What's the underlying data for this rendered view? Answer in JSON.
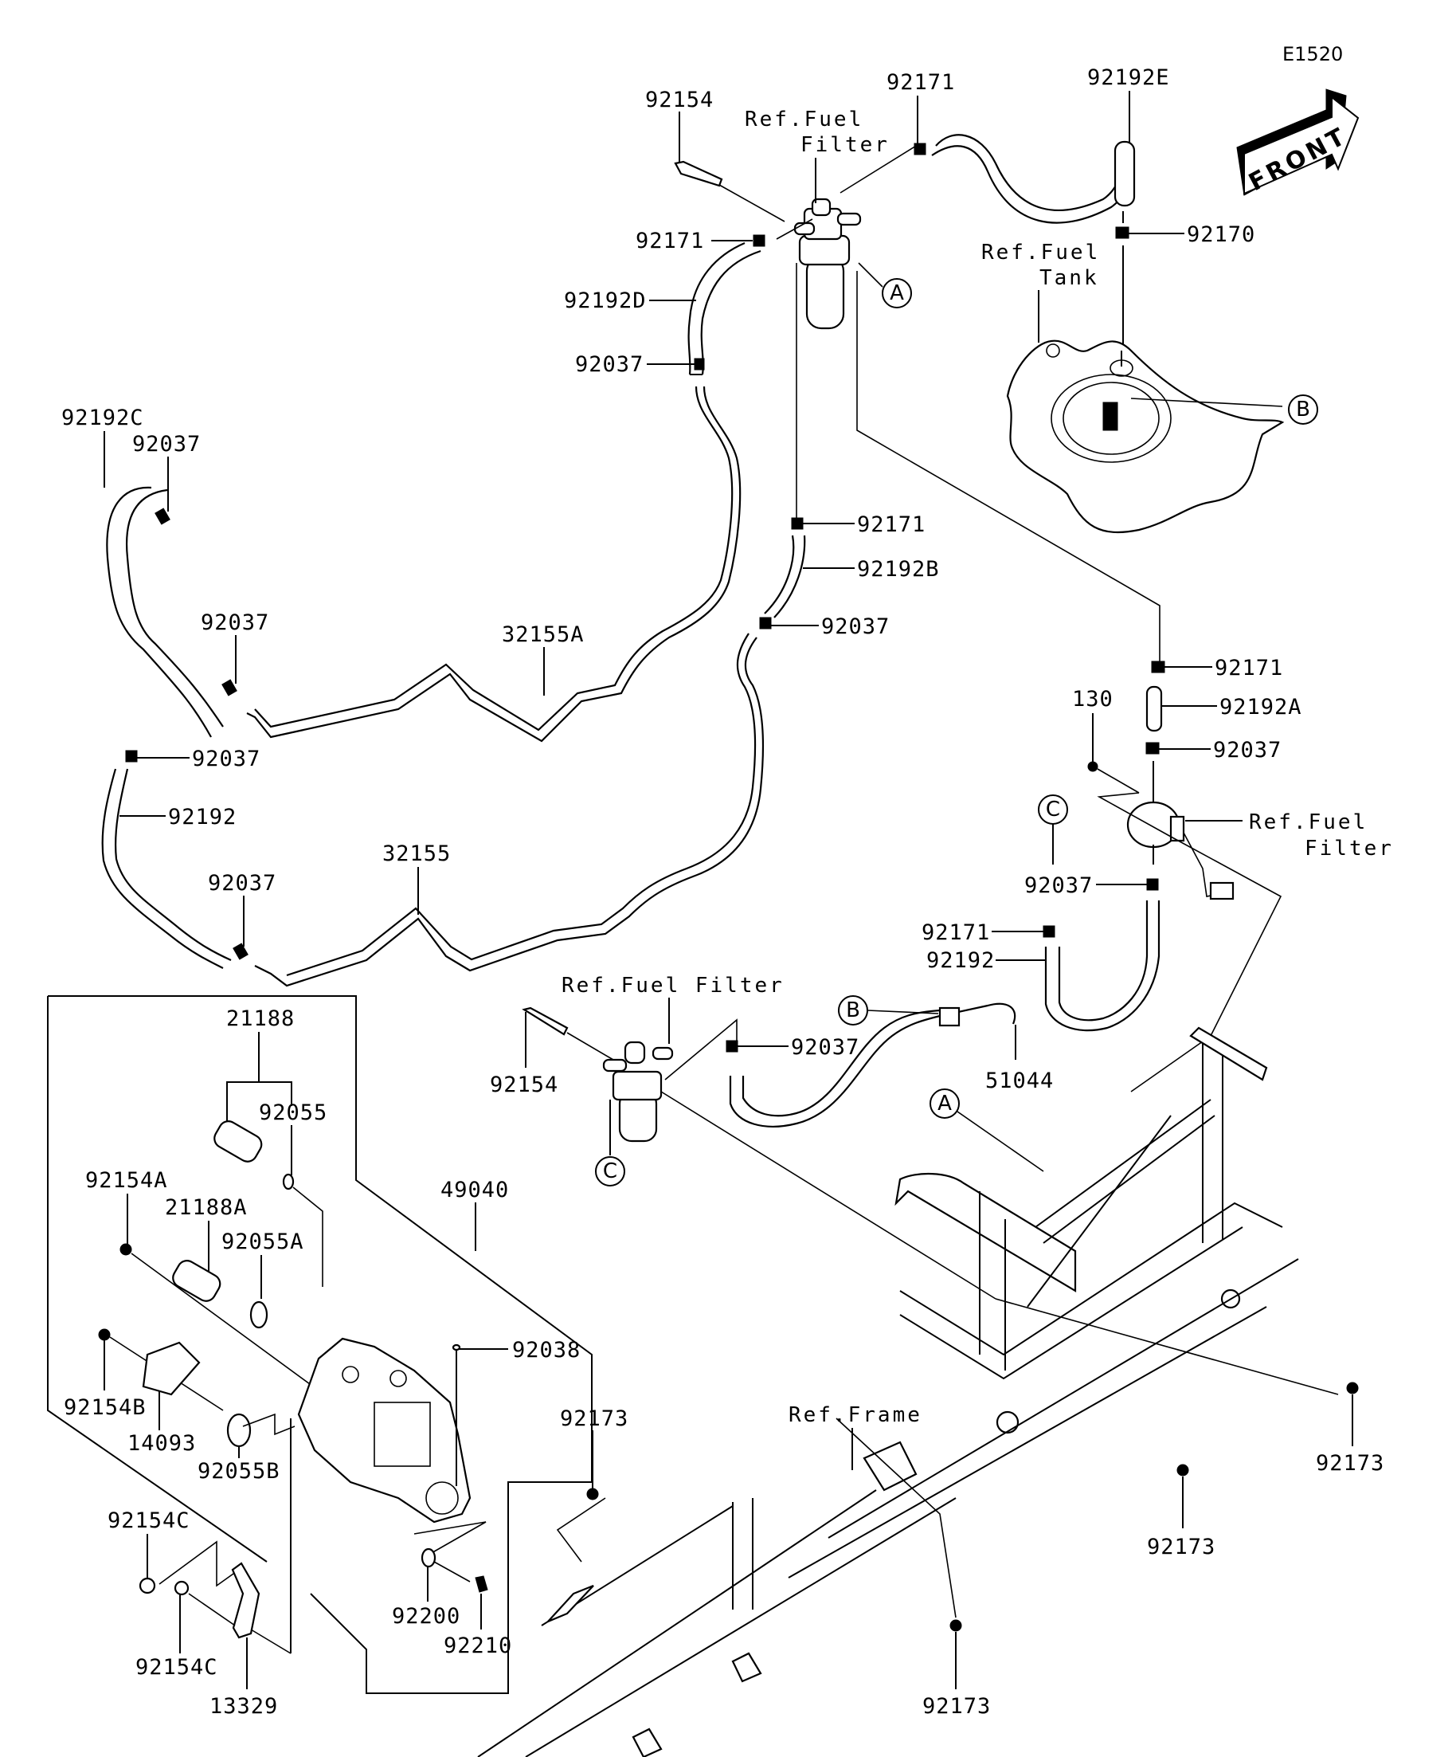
{
  "diagram": {
    "code": "E1520",
    "front_arrow": "FRONT",
    "callout_circles": {
      "A": "A",
      "B": "B",
      "C": "C"
    },
    "refs": {
      "fuel_filter_top": [
        "Ref.Fuel",
        "Filter"
      ],
      "fuel_tank": [
        "Ref.Fuel",
        "Tank"
      ],
      "fuel_filter_right": [
        "Ref.Fuel",
        "Filter"
      ],
      "fuel_filter_mid": "Ref.Fuel Filter",
      "frame": "Ref.Frame"
    },
    "labels": {
      "p92154_top": "92154",
      "p92171_top": "92171",
      "p92192E": "92192E",
      "p92171_left": "92171",
      "p92192D": "92192D",
      "p92037_a": "92037",
      "p92170": "92170",
      "p92192C": "92192C",
      "p92037_b": "92037",
      "p92171_mid": "92171",
      "p92192B": "92192B",
      "p92037_c": "92037",
      "p92037_d": "92037",
      "p32155A": "32155A",
      "p92171_right": "92171",
      "p92192A": "92192A",
      "p130": "130",
      "p92037_e": "92037",
      "p92037_f": "92037",
      "p92171_low": "92171",
      "p92192_right": "92192",
      "p92037_g": "92037",
      "p92192_left": "92192",
      "p32155": "32155",
      "p92037_h": "92037",
      "p92154_mid": "92154",
      "p92037_i": "92037",
      "p51044": "51044",
      "p21188": "21188",
      "p92055": "92055",
      "p49040": "49040",
      "p92154A": "92154A",
      "p21188A": "21188A",
      "p92055A": "92055A",
      "p92038": "92038",
      "p92154B": "92154B",
      "p14093": "14093",
      "p92055B": "92055B",
      "p92173_a": "92173",
      "p92173_b": "92173",
      "p92173_c": "92173",
      "p92173_d": "92173",
      "p92154C_a": "92154C",
      "p92154C_b": "92154C",
      "p13329": "13329",
      "p92200": "92200",
      "p92210": "92210"
    }
  }
}
